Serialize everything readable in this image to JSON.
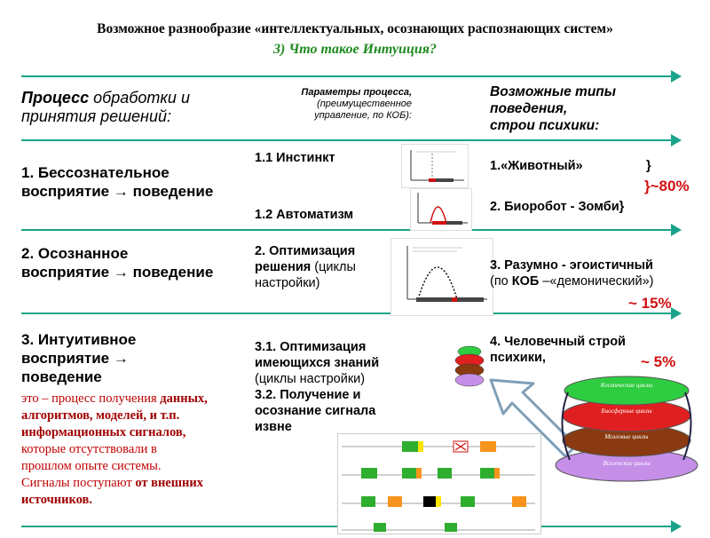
{
  "header": {
    "title": "Возможное разнообразие «интеллектуальных, осознающих распознающих систем»",
    "subtitle": "3) Что такое Интуиция?"
  },
  "columns": {
    "process_bold": "Процесс",
    "process_rest": " обработки и",
    "process_line2": "принятия решений:",
    "params_line1": "Параметры процесса,",
    "params_line2": "(преимущественное",
    "params_line3": "управление,  по КОБ):",
    "types_line1": "Возможные  типы",
    "types_line2": "поведения,",
    "types_line3": "строи психики:"
  },
  "rows": [
    {
      "left_line1": "1. Бессознательное",
      "left_line2": "восприятие  поведение",
      "mid_a": "1.1 Инстинкт",
      "mid_b": "1.2 Автоматизм",
      "right_a": "1.«Животный»",
      "right_a_brace": "}",
      "right_brace2": "}~80%",
      "right_b": "2. Биоробот - Зомби}"
    },
    {
      "left_line1": "2. Осознанное",
      "left_line2": "восприятие  поведение",
      "mid_line1": "2. Оптимизация",
      "mid_line2_bold": "решения",
      "mid_line2_rest": " (циклы",
      "mid_line3": "настройки)",
      "right_line1": "3. Разумно - эгоистичный",
      "right_line2_pre": "(по ",
      "right_line2_bold": "КОБ",
      "right_line2_post": " –«демонический»)",
      "percent": "~ 15%"
    },
    {
      "left_line1": "3. Интуитивное",
      "left_line2": "восприятие ",
      "left_line3": "поведение",
      "desc": [
        {
          "text": "это – процесс получения ",
          "bold": "данных,"
        },
        {
          "text": "",
          "bold": "алгоритмов, моделей, и т.п."
        },
        {
          "text": "",
          "bold": "информационных сигналов,"
        },
        {
          "text": "которые отсутствовали в",
          "bold": ""
        },
        {
          "text": "прошлом опыте системы.",
          "bold": ""
        },
        {
          "text": "Сигналы поступают ",
          "bold": "от внешних"
        },
        {
          "text": "",
          "bold": "источников."
        }
      ],
      "mid_line1": "3.1. Оптимизация",
      "mid_line2": "имеющихся знаний",
      "mid_line3": "(циклы настройки)",
      "mid_line4": "3.2. Получение и",
      "mid_line5": "осознание сигнала",
      "mid_line6": "извне",
      "right_line1": "4. Человечный  строй",
      "right_line2": "психики,",
      "percent": "~ 5%"
    }
  ],
  "layers": {
    "green": "Космические циклы",
    "red": "Биосферные циклы",
    "brown": "Мозговые циклы",
    "purple": "Вселенские циклы"
  },
  "colors": {
    "title_green": "#1e8a1e",
    "separator": "#19a38a",
    "percent_red": "#d01010",
    "desc_red": "#c00000"
  }
}
